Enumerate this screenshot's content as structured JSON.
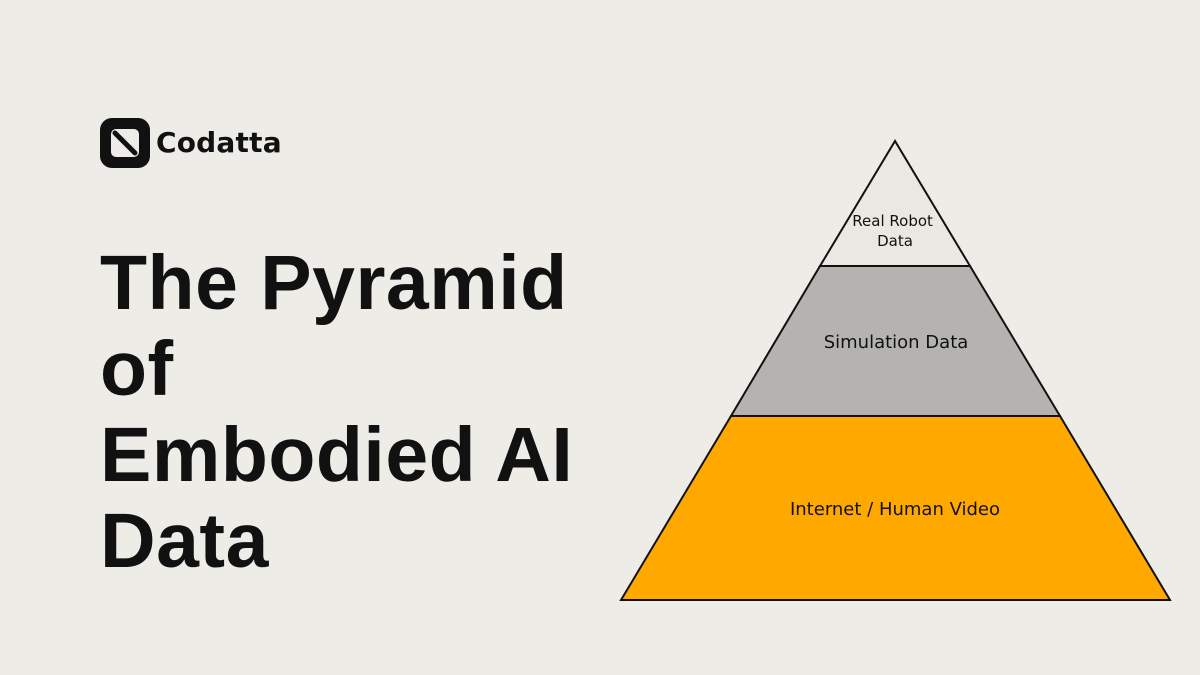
{
  "colors": {
    "background": "#EEECE7",
    "text": "#111111",
    "tier_top_fill": "#EAE8E2",
    "tier_middle_fill": "#B4B3B0",
    "tier_bottom_fill": "#FFA800",
    "outline": "#111111"
  },
  "brand": {
    "name": "Codatta",
    "logo_icon": "codatta-logo-icon"
  },
  "title": "The Pyramid of\nEmbodied AI\nData",
  "pyramid": {
    "tiers": [
      {
        "label_lines": [
          "Real Robot",
          "Data"
        ]
      },
      {
        "label_lines": [
          "Simulation Data"
        ]
      },
      {
        "label_lines": [
          "Internet / Human Video"
        ]
      }
    ]
  }
}
